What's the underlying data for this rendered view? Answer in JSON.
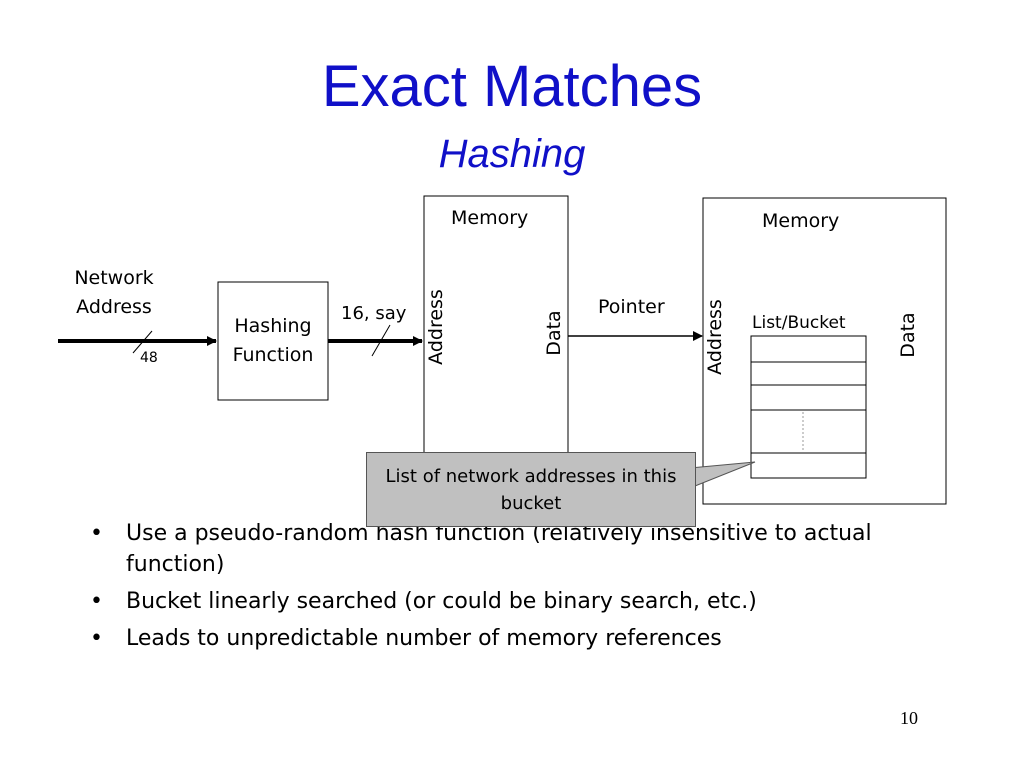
{
  "title": "Exact Matches",
  "subtitle": "Hashing",
  "diagram": {
    "input_label": "Network Address",
    "input_bits": "48",
    "hash_box": "Hashing Function",
    "hash_output": "16, say",
    "memory1": {
      "title": "Memory",
      "address": "Address",
      "data": "Data"
    },
    "pointer": "Pointer",
    "memory2": {
      "title": "Memory",
      "address": "Address",
      "data": "Data",
      "bucket": "List/Bucket"
    },
    "callout": "List of network addresses in this bucket"
  },
  "bullets": [
    "Use a pseudo-random hash function (relatively insensitive to actual function)",
    "Bucket linearly searched (or could be binary search, etc.)",
    "Leads to unpredictable number of memory references"
  ],
  "bullet_symbol": "•",
  "page_number": "10",
  "colors": {
    "title": "#1010c8",
    "callout": "#c0c0c0"
  }
}
